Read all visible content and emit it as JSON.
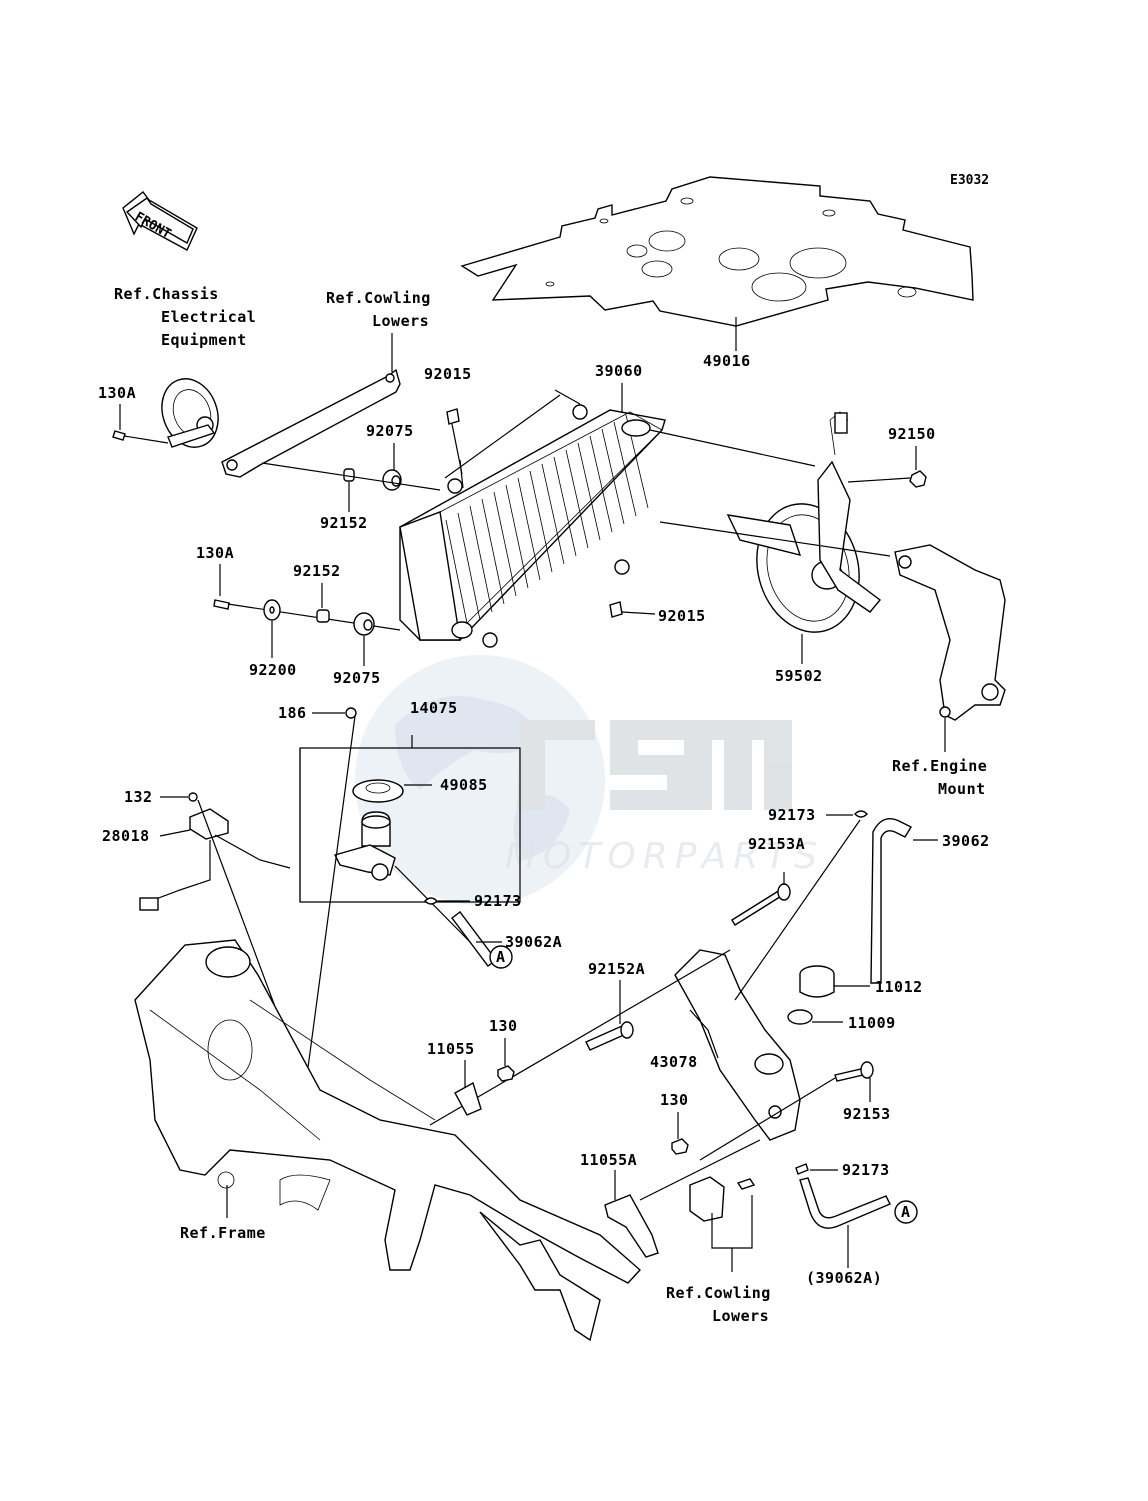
{
  "diagram_code": "E3032",
  "front_arrow": "FRONT",
  "watermark": {
    "logo": "OSM",
    "sub": "MOTORPARTS"
  },
  "refs": {
    "chassis": [
      "Ref.Chassis",
      "Electrical",
      "Equipment"
    ],
    "cowling_top": [
      "Ref.Cowling",
      "Lowers"
    ],
    "engine_mount": [
      "Ref.Engine",
      "Mount"
    ],
    "frame": "Ref.Frame",
    "cowling_bottom": [
      "Ref.Cowling",
      "Lowers"
    ]
  },
  "parts": {
    "p49016": "49016",
    "p39060": "39060",
    "p92015_top": "92015",
    "p92075_top": "92075",
    "p130A_top": "130A",
    "p92152_top": "92152",
    "p92150": "92150",
    "p130A_mid": "130A",
    "p92152_mid": "92152",
    "p92200": "92200",
    "p92075_bot": "92075",
    "p92015_bot": "92015",
    "p59502": "59502",
    "p186": "186",
    "p14075": "14075",
    "p49085": "49085",
    "p132": "132",
    "p28018": "28018",
    "p92173_a": "92173",
    "p39062A": "39062A",
    "p92173_b": "92173",
    "p92153A": "92153A",
    "p39062": "39062",
    "p92152A": "92152A",
    "p11012": "11012",
    "p11009": "11009",
    "p130_a": "130",
    "p11055": "11055",
    "p43078": "43078",
    "p92153": "92153",
    "p130_b": "130",
    "p11055A": "11055A",
    "p92173_c": "92173",
    "p39062A_paren": "(39062A)",
    "circle_a1": "A",
    "circle_a2": "A"
  }
}
